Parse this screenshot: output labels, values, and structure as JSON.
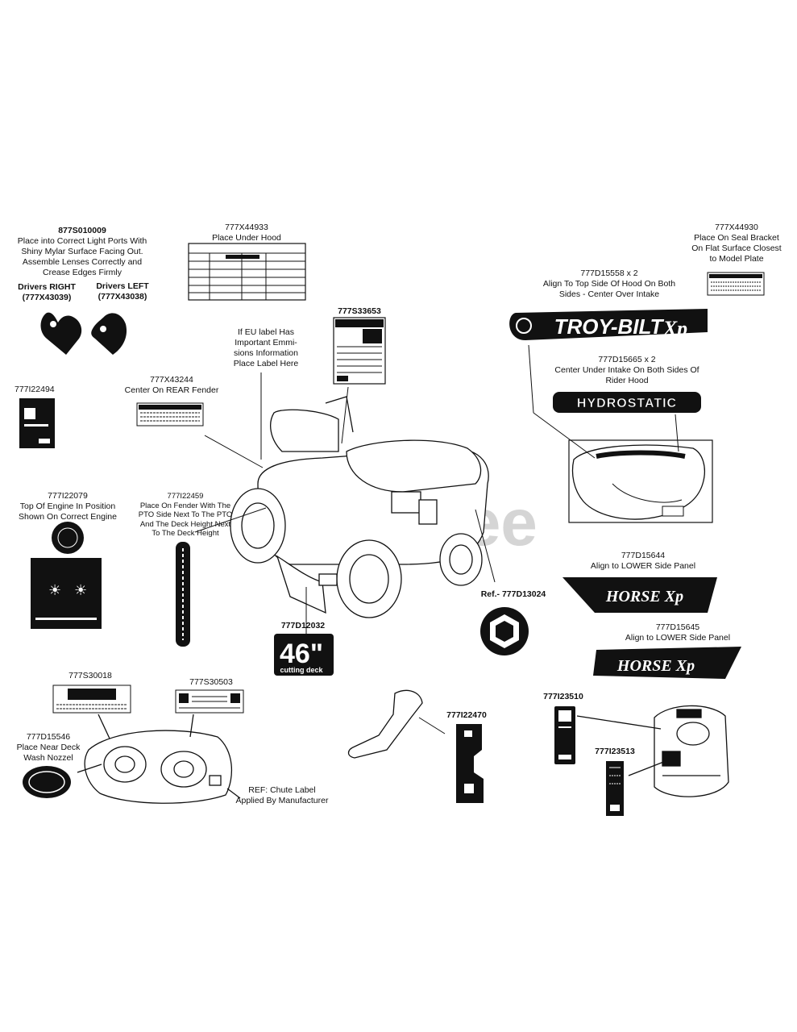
{
  "watermark": "PartsTree",
  "callouts": {
    "lens": {
      "part": "877S010009",
      "lines": [
        "Place into Correct Light Ports With",
        "Shiny Mylar Surface Facing Out.",
        "Assemble Lenses Correctly and",
        "Crease Edges Firmly"
      ]
    },
    "drivers_right": {
      "title": "Drivers RIGHT",
      "part": "(777X43039)"
    },
    "drivers_left": {
      "title": "Drivers LEFT",
      "part": "(777X43038)"
    },
    "hood_label": {
      "part": "777X44933",
      "text": "Place Under Hood"
    },
    "scal_bracket": {
      "part": "777X44930",
      "lines": [
        "Place On Seal Bracket",
        "On Flat Surface Closest",
        "to Model Plate"
      ]
    },
    "troy_bilt": {
      "part": "777D15558 x 2",
      "lines": [
        "Align To Top Side Of Hood On Both",
        "Sides - Center Over Intake"
      ],
      "brand": "TROY-BILT",
      "suffix": "Xp"
    },
    "emissions": {
      "lines": [
        "If EU label Has",
        "Important Emmi-",
        "sions Information",
        "Place Label Here"
      ]
    },
    "s33653": {
      "part": "777S33653"
    },
    "hydro": {
      "part": "777D15665 x 2",
      "lines": [
        "Center Under Intake On Both Sides Of",
        "Rider Hood"
      ],
      "text": "HYDROSTATIC"
    },
    "i22494": {
      "part": "777I22494"
    },
    "x43244": {
      "part": "777X43244",
      "text": "Center On REAR Fender"
    },
    "i22079": {
      "part": "777I22079",
      "lines": [
        "Top Of Engine In Position",
        "Shown On Correct Engine"
      ]
    },
    "i22459": {
      "part": "777I22459",
      "lines": [
        "Place On Fender With The",
        "PTO Side Next To The PTO",
        "And The Deck Height Next",
        "To The Deck Height"
      ]
    },
    "d15644": {
      "part": "777D15644",
      "text": "Align to LOWER Side Panel",
      "brand": "HORSE Xp"
    },
    "d15645": {
      "part": "777D15645",
      "text": "Align to LOWER Side Panel",
      "brand": "HORSE Xp"
    },
    "ref_d13024": {
      "text": "Ref.- 777D13024"
    },
    "d12032": {
      "part": "777D12032",
      "size": "46\"",
      "sub": "cutting deck"
    },
    "s30018": {
      "part": "777S30018"
    },
    "s30503": {
      "part": "777S30503"
    },
    "d15546": {
      "part": "777D15546",
      "lines": [
        "Place Near Deck",
        "Wash Nozzel"
      ]
    },
    "chute": {
      "lines": [
        "REF: Chute Label",
        "Applied By Manufacturer"
      ]
    },
    "i22470": {
      "part": "777I22470"
    },
    "i23510": {
      "part": "777I23510"
    },
    "i23513": {
      "part": "777I23513"
    }
  }
}
